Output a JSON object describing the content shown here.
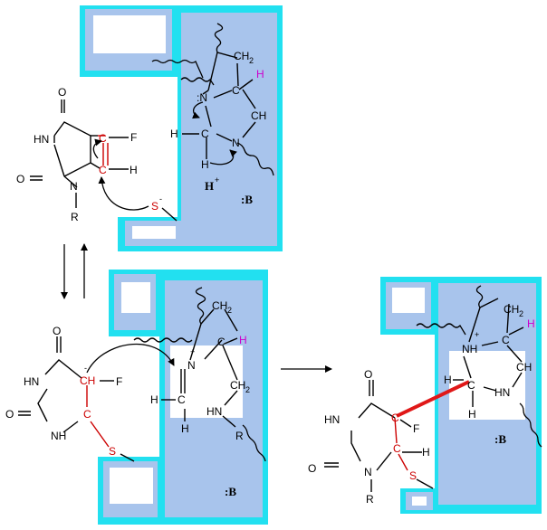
{
  "atoms": {
    "O": "O",
    "HN": "HN",
    "N": "N",
    "NH": "NH",
    "R": "R",
    "C": "C",
    "F": "F",
    "H": "H",
    "S": "S",
    "CH": "CH",
    "CH2": "CH",
    "sub2": "2",
    "Hplus": "H",
    "plus": "+",
    "minus": "-",
    "colonB": ":B",
    "colonN": ":N"
  },
  "colors": {
    "pocket_outer": "#22e0f0",
    "pocket_inner": "#a8c4ec",
    "highlight_red": "#cc0000",
    "highlight_magenta": "#cc00cc"
  }
}
